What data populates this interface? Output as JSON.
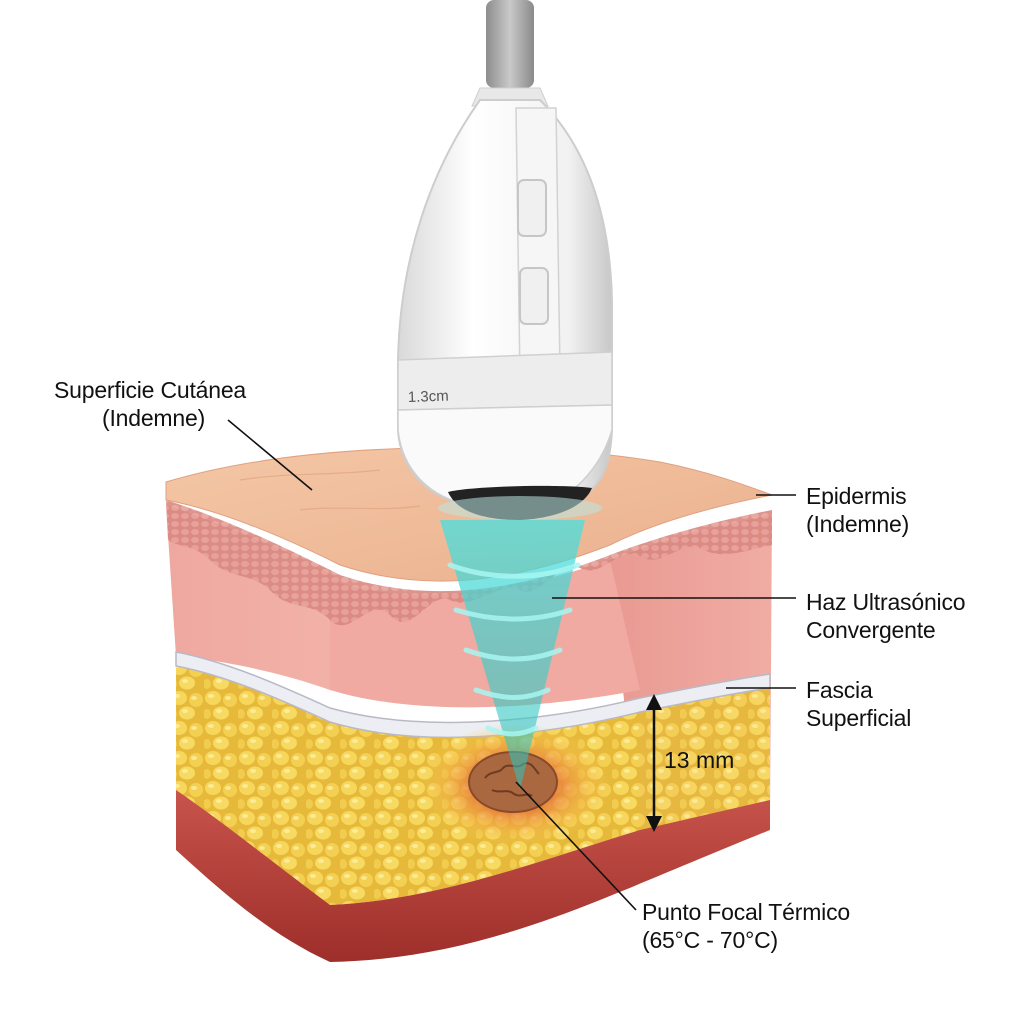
{
  "probe": {
    "depth_marking": "1.3cm"
  },
  "labels": {
    "skin_surface": {
      "line1": "Superficie Cutánea",
      "line2": "(Indemne)"
    },
    "epidermis": {
      "line1": "Epidermis",
      "line2": "(Indemne)"
    },
    "beam": {
      "line1": "Haz Ultrasónico",
      "line2": "Convergente"
    },
    "fascia": {
      "line1": "Fascia",
      "line2": "Superficial"
    },
    "focal_point": {
      "line1": "Punto Focal Térmico",
      "line2": "(65°C - 70°C)"
    }
  },
  "measurement": {
    "depth": "13 mm"
  },
  "colors": {
    "skin_top": "#f2c09c",
    "dermis": "#eea79d",
    "epidermis_band": "#d98a86",
    "fat": "#f2cc4a",
    "fascia": "#e6e6ee",
    "muscle": "#b8413a",
    "beam": "#3fd6d0",
    "lesion": "#b86a3c",
    "probe": "#f4f4f4"
  }
}
